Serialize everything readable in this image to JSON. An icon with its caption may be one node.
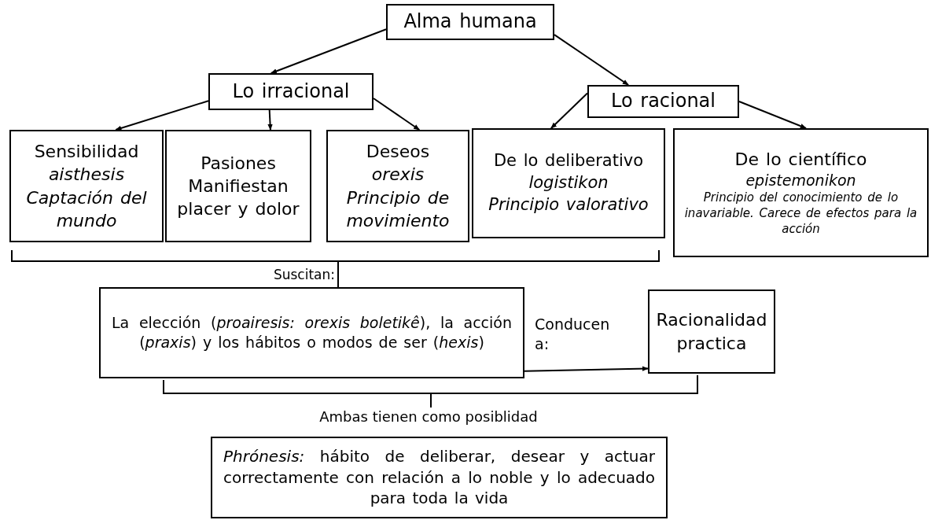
{
  "diagram": {
    "nodes": [
      {
        "text": [
          "Alma humana"
        ]
      },
      {
        "text": [
          "Lo irracional"
        ]
      },
      {
        "text": [
          "Lo racional"
        ]
      },
      {
        "text": [
          "Sensibilidad",
          "aisthesis",
          "Captación del mundo"
        ]
      },
      {
        "text": [
          "Pasiones",
          "Manifiestan placer y dolor"
        ]
      },
      {
        "text": [
          "Deseos",
          "orexis",
          "Principio de movimiento"
        ]
      },
      {
        "text": [
          "De lo deliberativo",
          "logistikon",
          "Principio valorativo"
        ]
      },
      {
        "text": [
          "De lo científico",
          "epistemonikon",
          "Principio del conocimiento de lo inavariable. Carece de efectos para la acción"
        ]
      },
      {
        "text": [
          "La elección (*proairesis: orexis boletikê*), la acción (*praxis*) y los hábitos o modos de ser (*hexis*)"
        ]
      },
      {
        "text": [
          "Racionalidad practica"
        ]
      },
      {
        "text": [
          "*Phrónesis:* hábito de deliberar, desear y actuar correctamente con relación a lo noble y lo adecuado para toda la vida"
        ]
      }
    ],
    "edges": [
      {
        "from": 0,
        "to": 1,
        "arrow": "to"
      },
      {
        "from": 0,
        "to": 2,
        "arrow": "to"
      },
      {
        "from": 1,
        "to": 3,
        "arrow": "to"
      },
      {
        "from": 1,
        "to": 4,
        "arrow": "to"
      },
      {
        "from": 1,
        "to": 5,
        "arrow": "to"
      },
      {
        "from": 2,
        "to": 6,
        "arrow": "to"
      },
      {
        "from": 2,
        "to": 7,
        "arrow": "to"
      },
      {
        "from": 8,
        "to": 9,
        "arrow": "to",
        "label": "Conducen a:"
      }
    ],
    "labels": [
      "Suscitan:",
      "Ambas tienen como posiblidad"
    ]
  }
}
